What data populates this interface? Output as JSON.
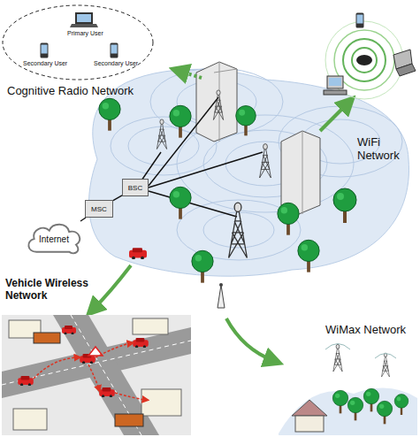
{
  "diagram": {
    "nodes": [
      {
        "text": [
          "Internet"
        ]
      },
      {
        "text": [
          "MSC"
        ]
      },
      {
        "text": [
          "BSC"
        ]
      }
    ],
    "edges": [
      {
        "from": 0,
        "to": 1,
        "arrow": "none"
      },
      {
        "from": 1,
        "to": 2,
        "arrow": "none"
      }
    ],
    "labels": [
      "Cognitive Radio Network",
      "Primary User",
      "Secondary User",
      "Secondary User",
      "WiFi Network",
      "Vehicle Wireless Network",
      "WiMax Network"
    ]
  }
}
